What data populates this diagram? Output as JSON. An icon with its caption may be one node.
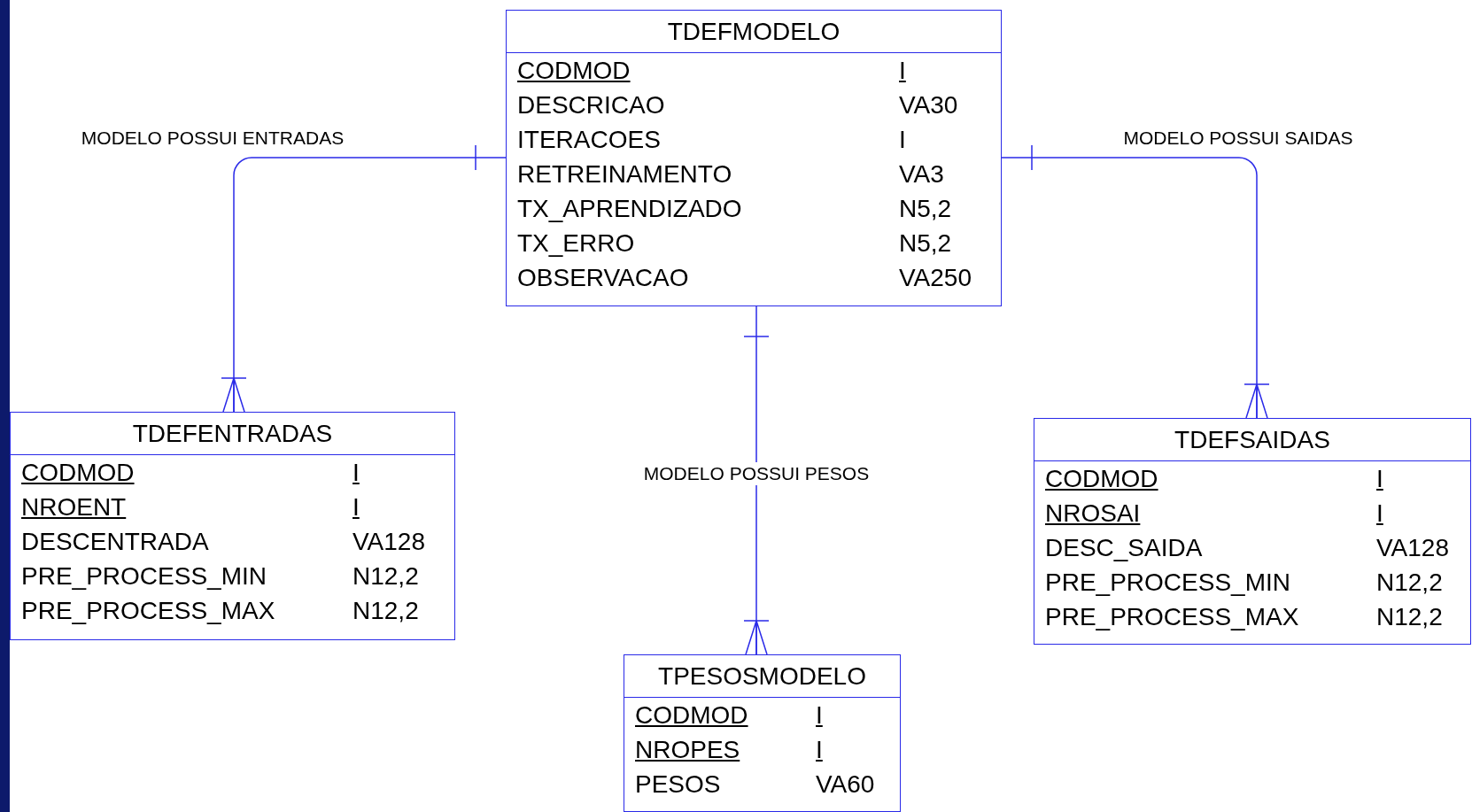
{
  "diagram": {
    "nodes": [
      {
        "text": [
          "TDEFMODELO",
          "CODMOD",
          "I",
          "DESCRICAO",
          "VA30",
          "ITERACOES",
          "I",
          "RETREINAMENTO",
          "VA3",
          "TX_APRENDIZADO",
          "N5,2",
          "TX_ERRO",
          "N5,2",
          "OBSERVACAO",
          "VA250"
        ]
      },
      {
        "text": [
          "TDEFENTRADAS",
          "CODMOD",
          "I",
          "NROENT",
          "I",
          "DESCENTRADA",
          "VA128",
          "PRE_PROCESS_MIN",
          "N12,2",
          "PRE_PROCESS_MAX",
          "N12,2"
        ]
      },
      {
        "text": [
          "TPESOSMODELO",
          "CODMOD",
          "I",
          "NROPES",
          "I",
          "PESOS",
          "VA60"
        ]
      },
      {
        "text": [
          "TDEFSAIDAS",
          "CODMOD",
          "I",
          "NROSAI",
          "I",
          "DESC_SAIDA",
          "VA128",
          "PRE_PROCESS_MIN",
          "N12,2",
          "PRE_PROCESS_MAX",
          "N12,2"
        ]
      }
    ],
    "edges": [
      {
        "from": 0,
        "to": 1,
        "arrow": "other",
        "label": "MODELO POSSUI ENTRADAS"
      },
      {
        "from": 0,
        "to": 3,
        "arrow": "other",
        "label": "MODELO POSSUI SAIDAS"
      },
      {
        "from": 0,
        "to": 2,
        "arrow": "other",
        "label": "MODELO POSSUI PESOS"
      }
    ]
  }
}
